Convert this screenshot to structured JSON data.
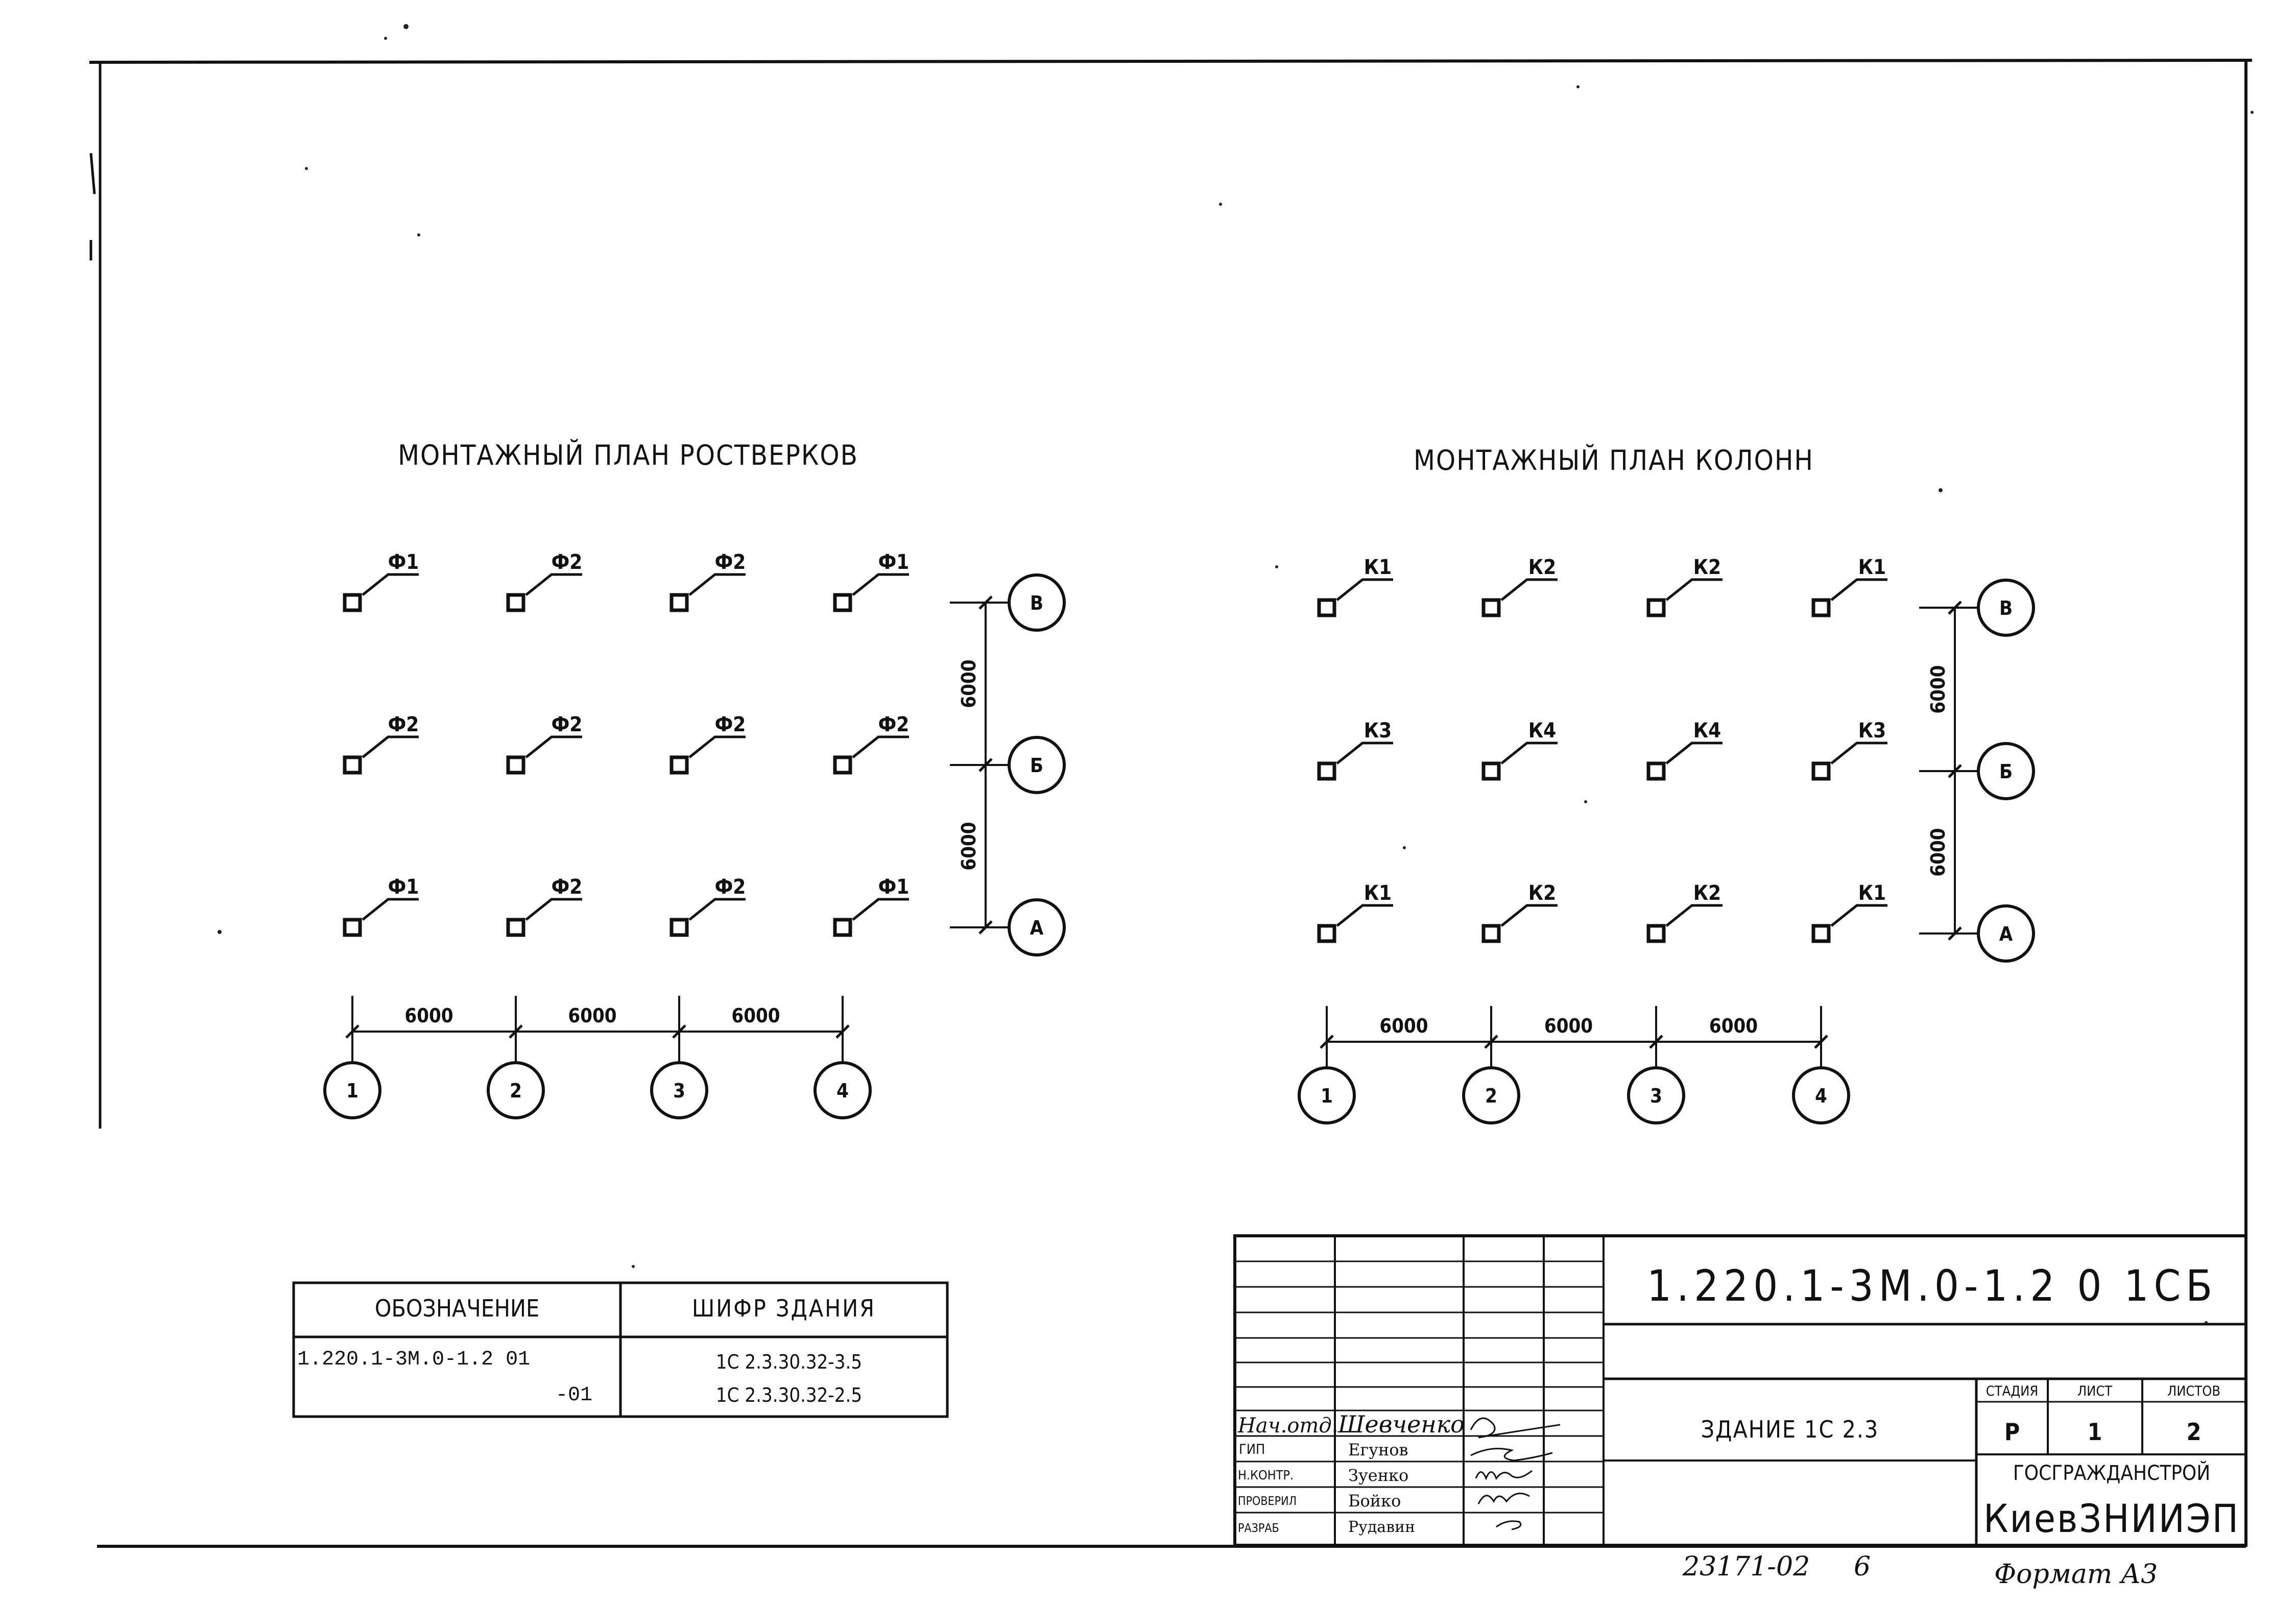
{
  "plans": [
    {
      "title": "МОНТАЖНЫЙ ПЛАН РОСТВЕРКОВ",
      "rows": [
        {
          "axis": "В",
          "marks": [
            "Ф1",
            "Ф2",
            "Ф2",
            "Ф1"
          ]
        },
        {
          "axis": "Б",
          "marks": [
            "Ф2",
            "Ф2",
            "Ф2",
            "Ф2"
          ]
        },
        {
          "axis": "А",
          "marks": [
            "Ф1",
            "Ф2",
            "Ф2",
            "Ф1"
          ]
        }
      ],
      "columns": [
        "1",
        "2",
        "3",
        "4"
      ],
      "dim_h": [
        "6000",
        "6000",
        "6000"
      ],
      "dim_v": [
        "6000",
        "6000"
      ]
    },
    {
      "title": "МОНТАЖНЫЙ ПЛАН КОЛОНН",
      "rows": [
        {
          "axis": "В",
          "marks": [
            "К1",
            "К2",
            "К2",
            "К1"
          ]
        },
        {
          "axis": "Б",
          "marks": [
            "К3",
            "К4",
            "К4",
            "К3"
          ]
        },
        {
          "axis": "А",
          "marks": [
            "К1",
            "К2",
            "К2",
            "К1"
          ]
        }
      ],
      "columns": [
        "1",
        "2",
        "3",
        "4"
      ],
      "dim_h": [
        "6000",
        "6000",
        "6000"
      ],
      "dim_v": [
        "6000",
        "6000"
      ]
    }
  ],
  "spec_table": {
    "headers": [
      "ОБОЗНАЧЕНИЕ",
      "ШИФР ЗДАНИЯ"
    ],
    "rows": [
      [
        "1.220.1-3М.0-1.2 01",
        "1С 2.3.30.32-3.5"
      ],
      [
        "-01",
        "1С 2.3.30.32-2.5"
      ]
    ]
  },
  "title_block": {
    "code": "1.220.1-3М.0-1.2 0 1СБ",
    "building": "ЗДАНИЕ 1С 2.3",
    "stage_header": "СТАДИЯ",
    "sheet_header": "ЛИСТ",
    "sheets_header": "ЛИСТОВ",
    "stage": "Р",
    "sheet": "1",
    "sheets": "2",
    "org1": "ГОСГРАЖДАНСТРОЙ",
    "org2": "КиевЗНИИЭП",
    "roles": [
      {
        "role": "Нач.отд.",
        "name": "Шевченко"
      },
      {
        "role": "ГИП",
        "name": "Егунов"
      },
      {
        "role": "Н.КОНТР.",
        "name": "Зуенко"
      },
      {
        "role": "ПРОВЕРИЛ",
        "name": "Бойко"
      },
      {
        "role": "РАЗРАБ",
        "name": "Рудавин"
      }
    ]
  },
  "footer": {
    "inventory": "23171-02",
    "inventory_page": "6",
    "format": "Формат А3"
  }
}
